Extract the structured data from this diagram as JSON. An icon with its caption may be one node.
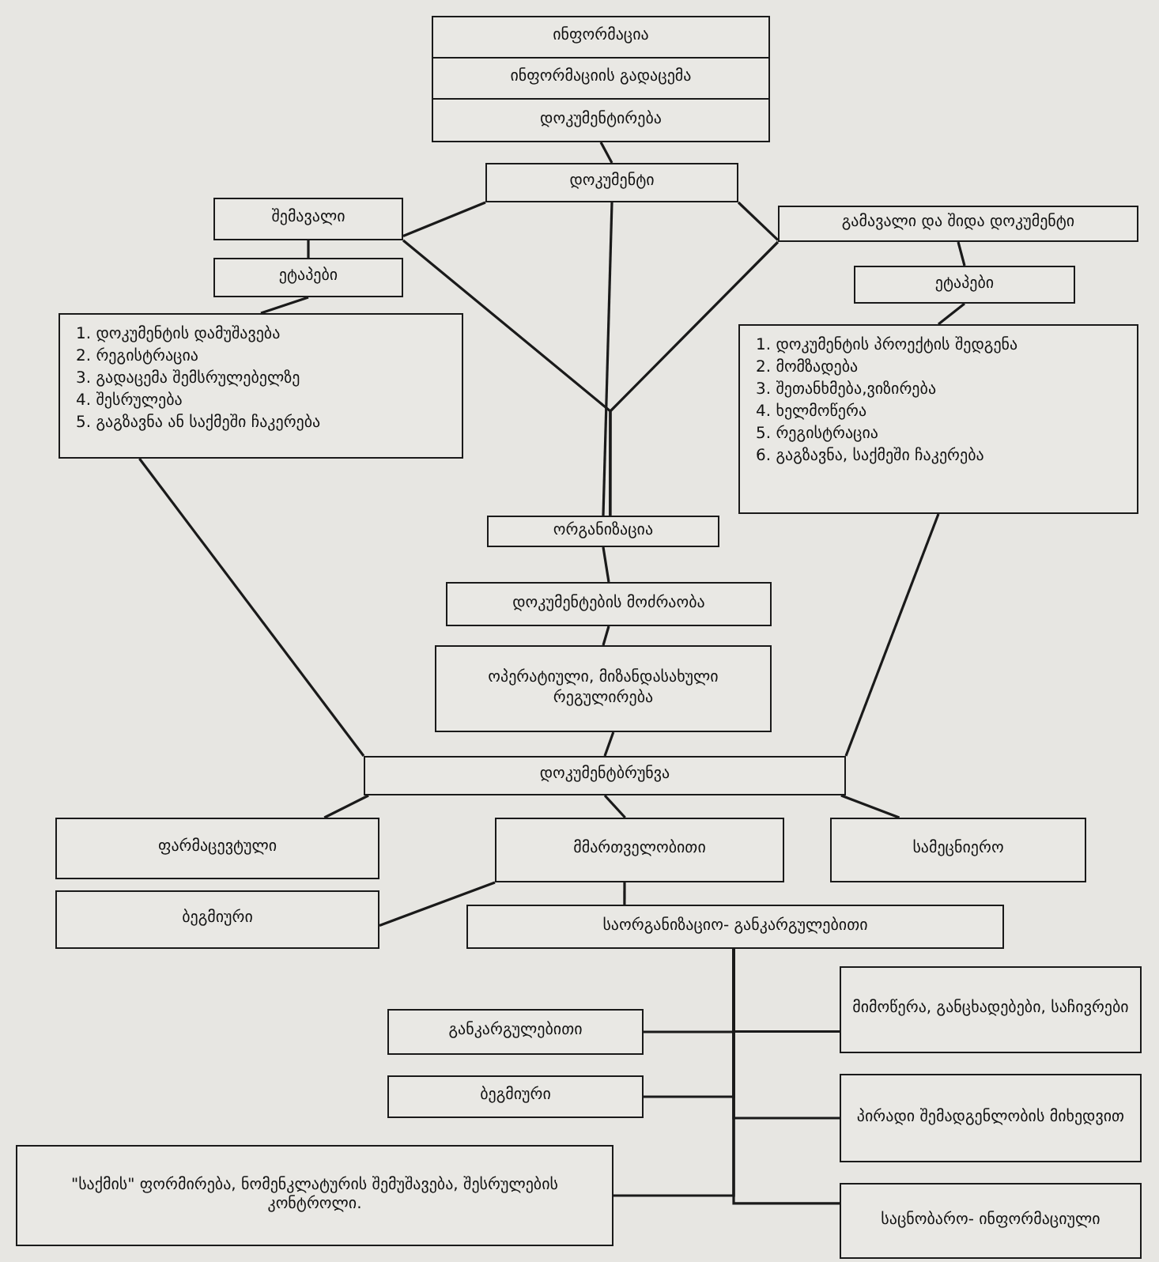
{
  "diagram": {
    "nodes": [
      {
        "text": [
          "ინფორმაცია"
        ]
      },
      {
        "text": [
          "ინფორმაციის გადაცემა"
        ]
      },
      {
        "text": [
          "დოკუმენტირება"
        ]
      },
      {
        "text": [
          "დოკუმენტი"
        ]
      },
      {
        "text": [
          "შემავალი"
        ]
      },
      {
        "text": [
          "გამავალი და შიდა დოკუმენტი"
        ]
      },
      {
        "text": [
          "ეტაპები"
        ]
      },
      {
        "text": [
          "ეტაპები"
        ]
      },
      {
        "text": [
          "1. დოკუმენტის დამუშავება",
          "2. რეგისტრაცია",
          "3. გადაცემა შემსრულებელზე",
          "4. შესრულება",
          "5. გაგზავნა ან საქმეში ჩაკერება"
        ]
      },
      {
        "text": [
          "1. დოკუმენტის პროექტის შედგენა",
          "2. მომზადება",
          "3. შეთანხმება,ვიზირება",
          "4. ხელმოწერა",
          "5. რეგისტრაცია",
          "6. გაგზავნა, საქმეში ჩაკერება"
        ]
      },
      {
        "text": [
          "ორგანიზაცია"
        ]
      },
      {
        "text": [
          "დოკუმენტების მოძრაობა"
        ]
      },
      {
        "text": [
          "ოპერატიული, მიზანდასახული რეგულირება"
        ]
      },
      {
        "text": [
          "დოკუმენტბრუნვა"
        ]
      },
      {
        "text": [
          "ფარმაცევტული"
        ]
      },
      {
        "text": [
          "მმართველობითი"
        ]
      },
      {
        "text": [
          "სამეცნიერო"
        ]
      },
      {
        "text": [
          "ბეგმიური"
        ]
      },
      {
        "text": [
          "საორგანიზაციო- განკარგულებითი"
        ]
      },
      {
        "text": [
          "მიმოწერა, განცხადებები, საჩივრები"
        ]
      },
      {
        "text": [
          "განკარგულებითი"
        ]
      },
      {
        "text": [
          "ბეგმიური"
        ]
      },
      {
        "text": [
          "პირადი შემადგენლობის მიხედვით"
        ]
      },
      {
        "text": [
          "\"საქმის\" ფორმირება, ნომენკლატურის შემუშავება, შესრულების კონტროლი."
        ]
      },
      {
        "text": [
          "საცნობარო- ინფორმაციული"
        ]
      }
    ],
    "edges": [
      {
        "from": 2,
        "to": 3,
        "arrow": "none"
      },
      {
        "from": 3,
        "to": 4,
        "arrow": "none"
      },
      {
        "from": 3,
        "to": 5,
        "arrow": "none"
      },
      {
        "from": 3,
        "to": 10,
        "arrow": "none"
      },
      {
        "from": 4,
        "to": 10,
        "arrow": "none"
      },
      {
        "from": 5,
        "to": 10,
        "arrow": "none"
      },
      {
        "from": 4,
        "to": 6,
        "arrow": "none"
      },
      {
        "from": 6,
        "to": 8,
        "arrow": "none"
      },
      {
        "from": 5,
        "to": 7,
        "arrow": "none"
      },
      {
        "from": 7,
        "to": 9,
        "arrow": "none"
      },
      {
        "from": 8,
        "to": 13,
        "arrow": "none"
      },
      {
        "from": 9,
        "to": 13,
        "arrow": "none"
      },
      {
        "from": 10,
        "to": 11,
        "arrow": "none"
      },
      {
        "from": 11,
        "to": 12,
        "arrow": "none"
      },
      {
        "from": 12,
        "to": 13,
        "arrow": "none"
      },
      {
        "from": 13,
        "to": 14,
        "arrow": "none"
      },
      {
        "from": 13,
        "to": 15,
        "arrow": "none"
      },
      {
        "from": 13,
        "to": 16,
        "arrow": "none"
      },
      {
        "from": 15,
        "to": 17,
        "arrow": "none"
      },
      {
        "from": 15,
        "to": 18,
        "arrow": "none"
      },
      {
        "from": 18,
        "to": 19,
        "arrow": "none"
      },
      {
        "from": 18,
        "to": 20,
        "arrow": "none"
      },
      {
        "from": 18,
        "to": 21,
        "arrow": "none"
      },
      {
        "from": 18,
        "to": 22,
        "arrow": "none"
      },
      {
        "from": 18,
        "to": 23,
        "arrow": "none"
      },
      {
        "from": 18,
        "to": 24,
        "arrow": "none"
      }
    ]
  }
}
